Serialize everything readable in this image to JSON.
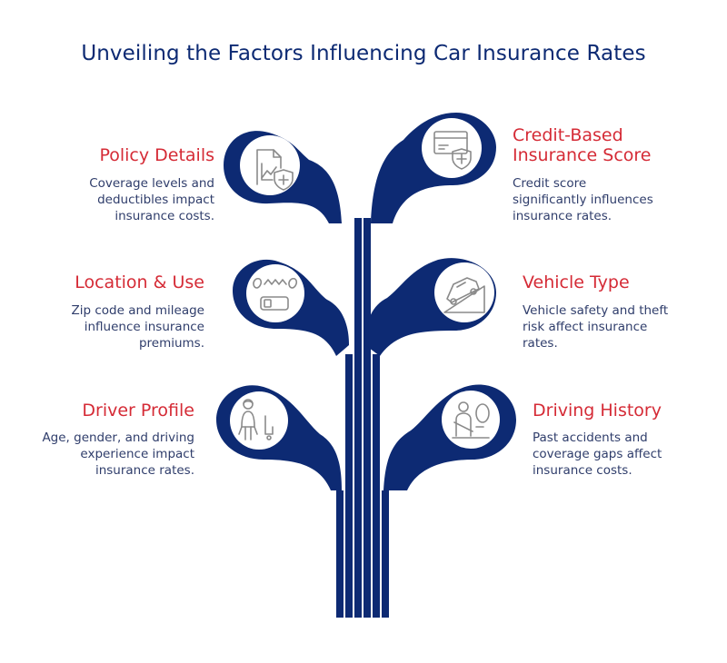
{
  "title": "Unveiling the Factors Influencing Car Insurance Rates",
  "colors": {
    "stem": "#0d2a73",
    "heading": "#d52b36",
    "text": "#2f3d6b",
    "icon": "#8a8a8a"
  },
  "factors": [
    {
      "heading": "Policy Details",
      "desc_lines": [
        "Coverage levels and",
        "deductibles impact",
        "insurance costs."
      ],
      "icon": "chart-shield-icon"
    },
    {
      "heading_lines": [
        "Credit-Based",
        "Insurance Score"
      ],
      "desc_lines": [
        "Credit score",
        "significantly influences",
        "insurance rates."
      ],
      "icon": "credit-card-shield-icon"
    },
    {
      "heading": "Location & Use",
      "desc_lines": [
        "Zip code and mileage",
        "influence insurance",
        "premiums."
      ],
      "icon": "map-route-icon"
    },
    {
      "heading": "Vehicle Type",
      "desc_lines": [
        "Vehicle safety and theft",
        "risk affect insurance",
        "rates."
      ],
      "icon": "car-incline-icon"
    },
    {
      "heading": "Driver Profile",
      "desc_lines": [
        "Age, gender, and driving",
        "experience impact",
        "insurance rates."
      ],
      "icon": "driver-person-icon"
    },
    {
      "heading": "Driving History",
      "desc_lines": [
        "Past accidents and",
        "coverage gaps affect",
        "insurance costs."
      ],
      "icon": "driver-seat-icon"
    }
  ]
}
